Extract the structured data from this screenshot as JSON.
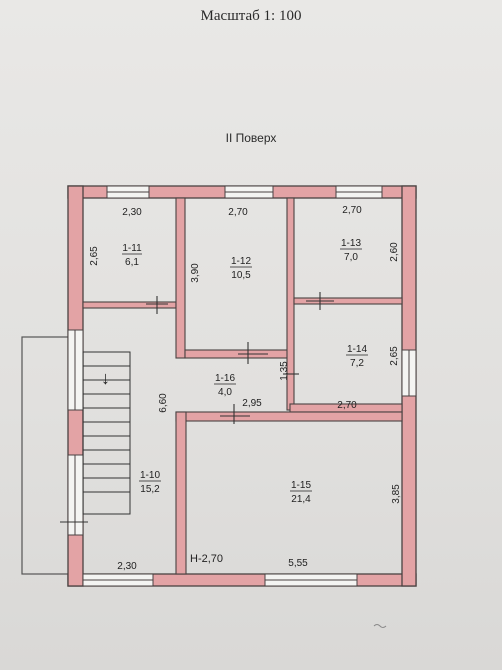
{
  "header": {
    "scale_label": "Масштаб 1: 100",
    "floor_label": "II Поверх"
  },
  "colors": {
    "wall_fill": "#e3a3a5",
    "wall_stroke": "#4a4242",
    "paper": "#e6e5e3"
  },
  "rooms": [
    {
      "id": "1-11",
      "area": "6,1"
    },
    {
      "id": "1-12",
      "area": "10,5"
    },
    {
      "id": "1-13",
      "area": "7,0"
    },
    {
      "id": "1-14",
      "area": "7,2"
    },
    {
      "id": "1-16",
      "area": "4,0"
    },
    {
      "id": "1-10",
      "area": "15,2"
    },
    {
      "id": "1-15",
      "area": "21,4"
    }
  ],
  "dimensions": {
    "top_left": "2,30",
    "top_mid": "2,70",
    "top_right": "2,70",
    "r11_height": "2,65",
    "r12_height": "3,90",
    "r13_height": "2,60",
    "r14_height": "2,65",
    "r16_height": "1,35",
    "r16_width": "2,95",
    "r14_width": "2,70",
    "r10_height": "6,60",
    "r15_height": "3,85",
    "bottom_left": "2,30",
    "bottom_right": "5,55"
  },
  "ceiling_height": "Н-2,70",
  "stairs": {
    "arrow": "↓"
  }
}
